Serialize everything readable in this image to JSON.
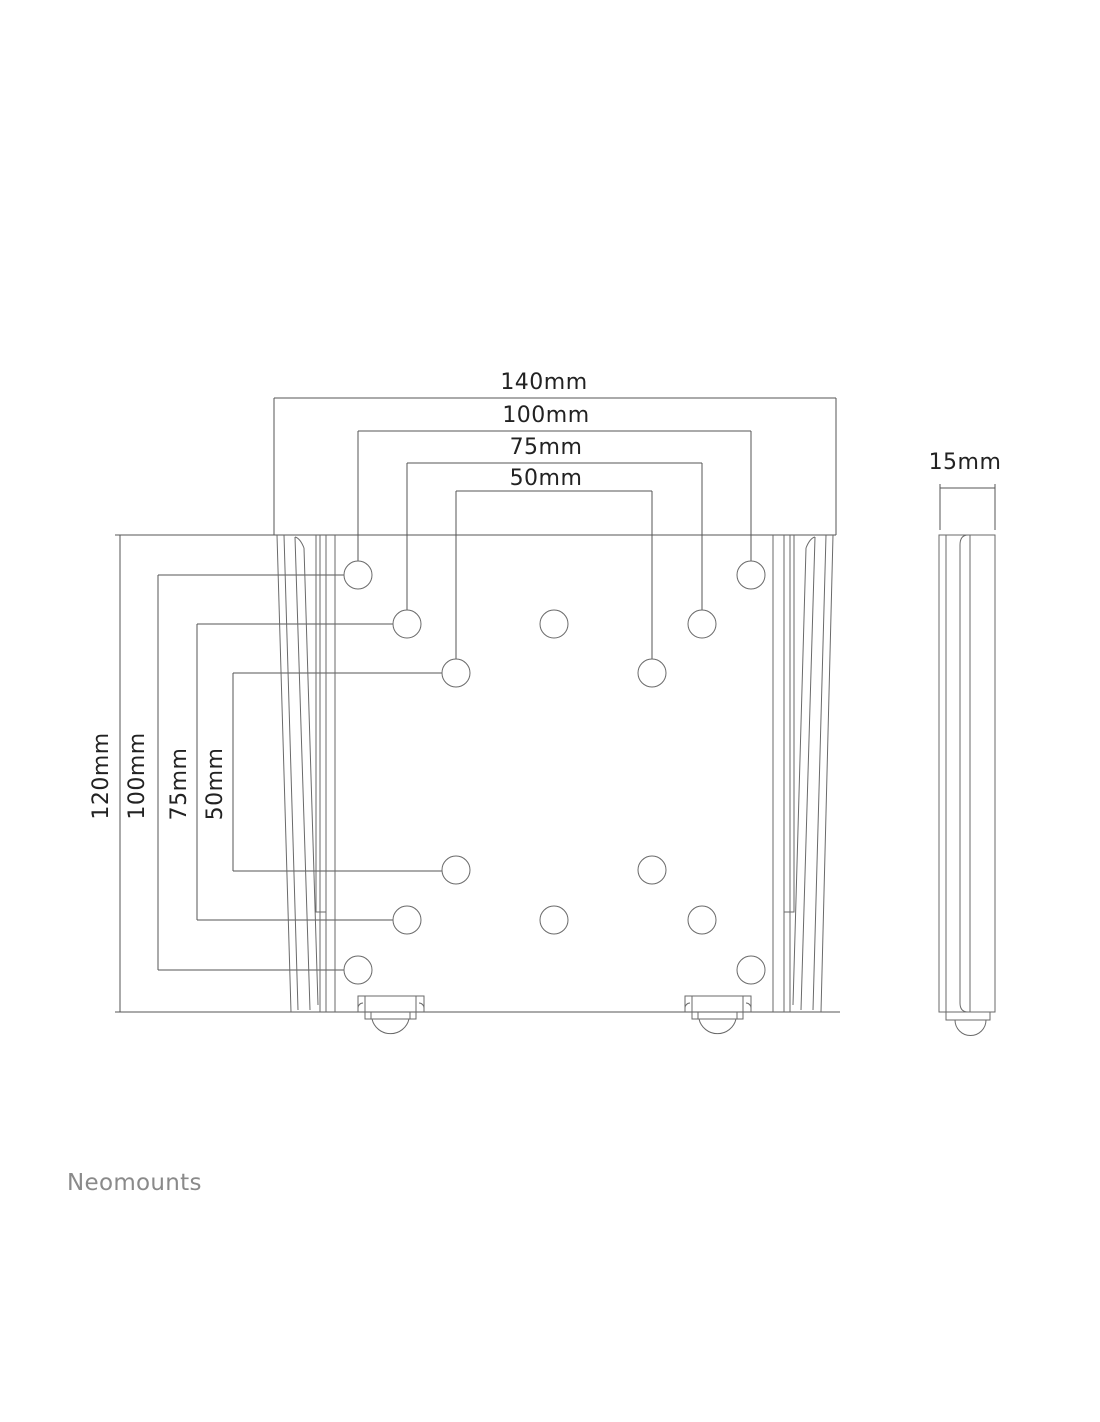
{
  "diagram": {
    "horizontal_dimensions": [
      "140mm",
      "100mm",
      "75mm",
      "50mm"
    ],
    "vertical_dimensions": [
      "120mm",
      "100mm",
      "75mm",
      "50mm"
    ],
    "depth_dimension": "15mm"
  },
  "brand": {
    "logo_text": "Neomounts"
  },
  "colors": {
    "line": "#6a6a6a",
    "text": "#222222",
    "logo": "#8a8a8a"
  }
}
